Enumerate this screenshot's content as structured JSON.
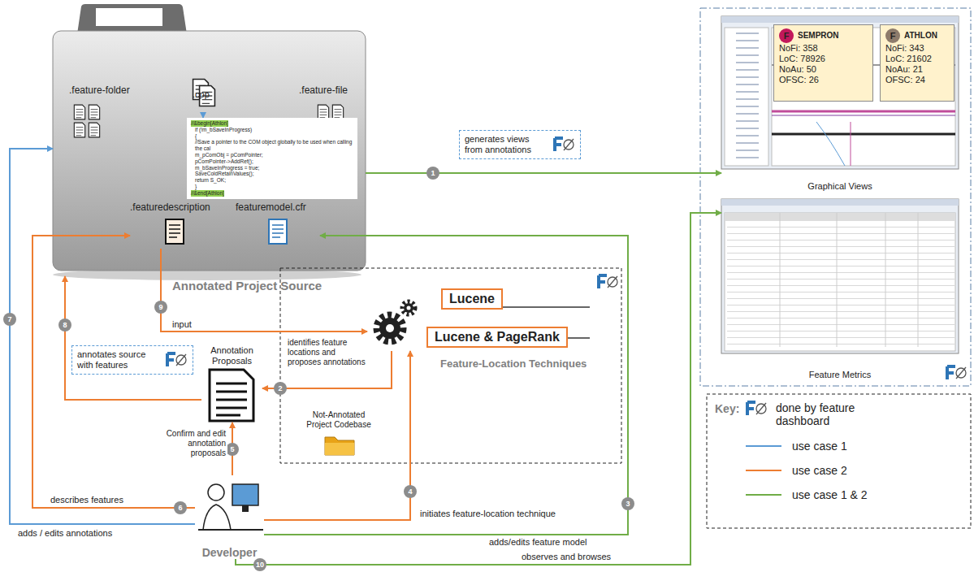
{
  "diagram": {
    "nodes": [
      {
        "text": [
          "Annotated Project Source"
        ]
      },
      {
        "text": [
          ".cpp"
        ],
        "in": 0
      },
      {
        "text": [
          "//&begin[Athlon]",
          "if (!m_bSaveInProgress)",
          "{",
          "//Save a pointer to the COM object globally to be used when calling the cal",
          "m_pComObj = pComPointer;",
          "pComPointer->AddRef();",
          "m_bSaveInProgress = true;",
          "SaveColdRetainValues();",
          "return S_OK;",
          "}",
          "//&end[Athlon]"
        ],
        "in": 0
      },
      {
        "text": [
          ".feature-folder"
        ],
        "in": 0
      },
      {
        "text": [
          ".feature-file"
        ],
        "in": 0
      },
      {
        "text": [
          ".featuredescription"
        ],
        "in": 0
      },
      {
        "text": [
          "featuremodel.cfr"
        ],
        "in": 0
      },
      {
        "text": [
          "generates views from annotations"
        ]
      },
      {
        "text": [
          "Graphical Views"
        ]
      },
      {
        "text": [
          "F",
          "SEMPRON",
          "NoFi: 358",
          "LoC: 78926",
          "NoAu: 50",
          "OFSC: 26"
        ],
        "in": 8
      },
      {
        "text": [
          "F",
          "ATHLON",
          "NoFi: 343",
          "LoC: 21602",
          "NoAu: 21",
          "OFSC: 24"
        ],
        "in": 8
      },
      {
        "text": [
          "Feature Metrics"
        ]
      },
      {
        "text": [
          "annotates source with features"
        ]
      },
      {
        "text": [
          "Annotation Proposals"
        ]
      },
      {
        "text": [
          "Feature-Location Techniques"
        ]
      },
      {
        "text": [
          "Lucene"
        ]
      },
      {
        "text": [
          "Lucene & PageRank"
        ]
      },
      {
        "text": [
          "Not-Annotated Project Codebase"
        ]
      },
      {
        "text": [
          "Developer"
        ]
      }
    ],
    "edges": [
      {
        "from": 0,
        "to": 8,
        "arrow": "to"
      },
      {
        "from": 14,
        "to": 13,
        "label": "identifies feature locations and proposes annotations",
        "arrow": "to"
      },
      {
        "from": 13,
        "to": 0,
        "arrow": "to"
      },
      {
        "from": 5,
        "to": 14,
        "label": "input",
        "arrow": "to"
      },
      {
        "from": 18,
        "to": 13,
        "label": "Confirm and edit annotation proposals",
        "arrow": "to"
      },
      {
        "from": 18,
        "to": 5,
        "label": "describes features",
        "arrow": "to"
      },
      {
        "from": 18,
        "to": 14,
        "label": "initiates feature-location technique",
        "arrow": "to"
      },
      {
        "from": 18,
        "to": 0,
        "label": "adds / edits annotations",
        "arrow": "to"
      },
      {
        "from": 18,
        "to": 6,
        "label": "adds/edits feature model",
        "arrow": "to"
      },
      {
        "from": 18,
        "to": 11,
        "label": "observes and browses",
        "arrow": "to"
      },
      {
        "from": 14,
        "to": 15,
        "arrow": "none"
      },
      {
        "from": 14,
        "to": 16,
        "arrow": "none"
      },
      {
        "from": 1,
        "to": 2,
        "arrow": "to"
      }
    ],
    "labels": [
      "1",
      "2",
      "3",
      "4",
      "5",
      "6",
      "7",
      "8",
      "9",
      "10",
      "Key:"
    ],
    "legend": [
      {
        "text": "done by feature dashboard"
      },
      {
        "text": "use case 1"
      },
      {
        "text": "use case 2"
      },
      {
        "text": "use case 1 & 2"
      }
    ]
  }
}
